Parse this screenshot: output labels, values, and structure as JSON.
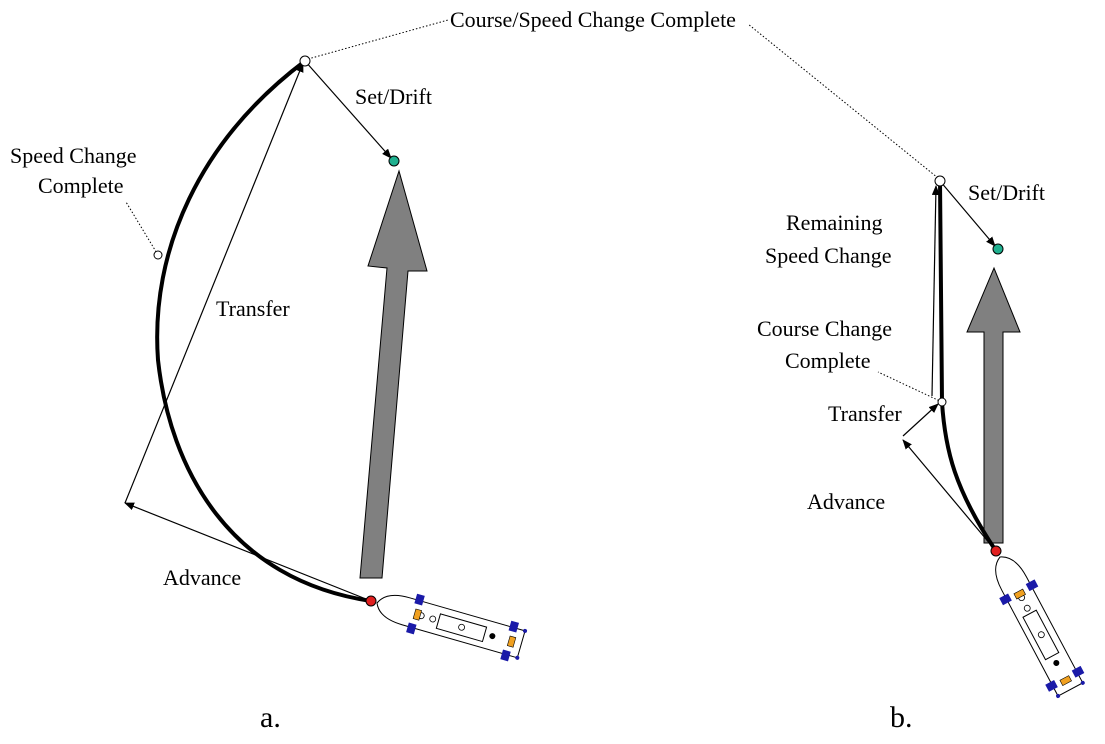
{
  "diagram_a": {
    "caption": "a.",
    "labels": {
      "course_speed_change_complete": "Course/Speed Change Complete",
      "set_drift": "Set/Drift",
      "speed_change_complete_line1": "Speed Change",
      "speed_change_complete_line2": "Complete",
      "transfer": "Transfer",
      "advance": "Advance"
    }
  },
  "diagram_b": {
    "caption": "b.",
    "labels": {
      "set_drift": "Set/Drift",
      "remaining_speed_change_line1": "Remaining",
      "remaining_speed_change_line2": "Speed Change",
      "course_change_complete_line1": "Course Change",
      "course_change_complete_line2": "Complete",
      "transfer": "Transfer",
      "advance": "Advance"
    }
  },
  "colors": {
    "track": "#000000",
    "heading_arrow": "#808080",
    "start_point": "#e02020",
    "target_point": "#1fb08f",
    "waypoint": "#ffffff",
    "ship_hull": "#ffffff",
    "ship_prop": "#1a1aa8",
    "ship_mark": "#f0a020"
  }
}
